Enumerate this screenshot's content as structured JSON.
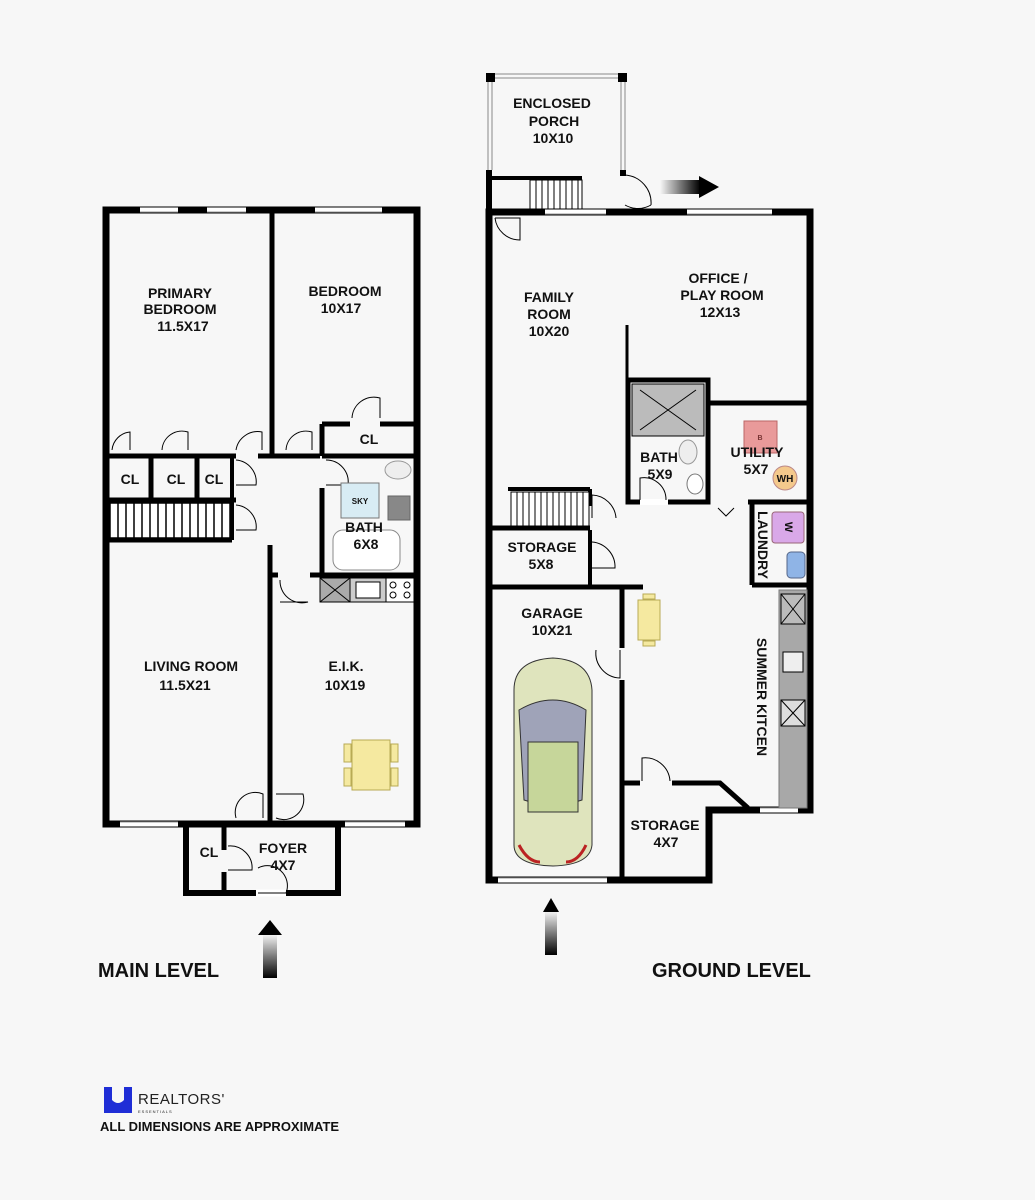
{
  "main_level": {
    "title": "MAIN LEVEL",
    "rooms": {
      "primary_bedroom": {
        "line1": "PRIMARY",
        "line2": "BEDROOM",
        "dims": "11.5X17"
      },
      "bedroom": {
        "line1": "BEDROOM",
        "dims": "10X17"
      },
      "closet_1": {
        "label": "CL"
      },
      "closet_2": {
        "label": "CL"
      },
      "closet_3": {
        "label": "CL"
      },
      "closet_4": {
        "label": "CL"
      },
      "bath": {
        "label": "BATH",
        "dims": "6X8",
        "skylight": "SKY"
      },
      "living_room": {
        "label": "LIVING ROOM",
        "dims": "11.5X21"
      },
      "eik": {
        "label": "E.I.K.",
        "dims": "10X19"
      },
      "foyer": {
        "label": "FOYER",
        "dims": "4X7"
      },
      "foyer_closet": {
        "label": "CL"
      }
    }
  },
  "ground_level": {
    "title": "GROUND LEVEL",
    "rooms": {
      "enclosed_porch": {
        "line1": "ENCLOSED",
        "line2": "PORCH",
        "dims": "10X10"
      },
      "family_room": {
        "line1": "FAMILY",
        "line2": "ROOM",
        "dims": "10X20"
      },
      "office": {
        "line1": "OFFICE /",
        "line2": "PLAY ROOM",
        "dims": "12X13"
      },
      "bath": {
        "label": "BATH",
        "dims": "5X9"
      },
      "utility": {
        "label": "UTILITY",
        "dims": "5X7",
        "boiler": "B",
        "water_heater": "WH"
      },
      "laundry": {
        "label": "LAUNDRY",
        "washer": "W"
      },
      "storage_1": {
        "label": "STORAGE",
        "dims": "5X8"
      },
      "garage": {
        "label": "GARAGE",
        "dims": "10X21"
      },
      "summer_kitchen": {
        "label": "SUMMER KITCEN"
      },
      "storage_2": {
        "label": "STORAGE",
        "dims": "4X7"
      }
    }
  },
  "footer": {
    "brand": "REALTORS'",
    "brand_sub": "ESSENTIALS",
    "disclaimer": "ALL DIMENSIONS ARE APPROXIMATE"
  },
  "colors": {
    "wall": "#000000",
    "background": "#f7f7f7",
    "table": "#f5e9a0",
    "skylight": "#d8ecf4",
    "boiler": "#e99a9a",
    "water_heater": "#f4c98c",
    "washer": "#d9a8e8",
    "dryer": "#8fb4e6",
    "car_body": "#dfe4bd",
    "logo_blue": "#1f2ed6"
  }
}
